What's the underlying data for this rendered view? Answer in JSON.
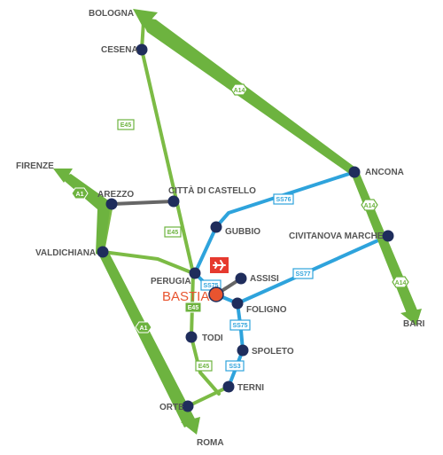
{
  "colors": {
    "motorway": "#6db33f",
    "highway": "#7cbb45",
    "expressway": "#2ea3dc",
    "link": "#666666",
    "node": "#1f2d5c",
    "bastia": "#e8542f",
    "bastia_text": "#e8542f",
    "label": "#555555",
    "airport_bg": "#e63a2f"
  },
  "icons": {
    "airport": "airplane-icon"
  },
  "destinations": {
    "bologna": "BOLOGNA",
    "firenze": "FIRENZE",
    "bari": "BARI",
    "roma": "ROMA"
  },
  "cities": {
    "cesena": "CESENA",
    "arezzo": "AREZZO",
    "citta_di_castello": "CITTÀ DI CASTELLO",
    "ancona": "ANCONA",
    "gubbio": "GUBBIO",
    "civitanova": "CIVITANOVA MARCHE",
    "valdichiana": "VALDICHIANA",
    "perugia": "PERUGIA",
    "assisi": "ASSISI",
    "foligno": "FOLIGNO",
    "todi": "TODI",
    "spoleto": "SPOLETO",
    "terni": "TERNI",
    "orte": "ORTE"
  },
  "bastia": "BASTIA",
  "roads": {
    "a14_top": "A14",
    "a14_mid": "A14",
    "a14_low": "A14",
    "a1_top": "A1",
    "a1_low": "A1",
    "e45_top": "E45",
    "e45_mid": "E45",
    "e45_perugia": "E45",
    "e45_todi": "E45",
    "ss76": "SS76",
    "ss77": "SS77",
    "ss75_perugia": "SS75",
    "ss75_foligno": "SS75",
    "ss3": "SS3"
  }
}
